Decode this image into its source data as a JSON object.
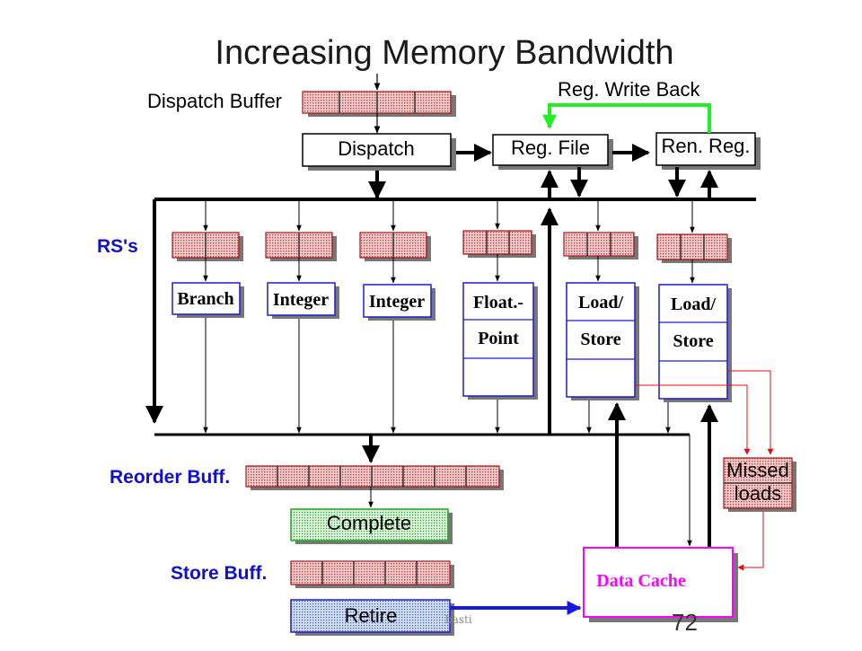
{
  "title": "Increasing Memory Bandwidth",
  "labels": {
    "dispatch_buffer": "Dispatch Buffer",
    "reg_write_back": "Reg. Write Back",
    "rs": "RS's",
    "reorder_buffer": "Reorder Buff.",
    "store_buffer": "Store Buff."
  },
  "blocks": {
    "dispatch": "Dispatch",
    "reg_file": "Reg. File",
    "ren_reg": "Ren. Reg.",
    "complete": "Complete",
    "retire": "Retire",
    "data_cache": "Data Cache",
    "missed_loads_1": "Missed",
    "missed_loads_2": "loads"
  },
  "units": {
    "branch": "Branch",
    "integer_1": "Integer",
    "integer_2": "Integer",
    "float_1": "Float.-",
    "float_2": "Point",
    "load_store_1a": "Load/",
    "load_store_1b": "Store",
    "load_store_2a": "Load/",
    "load_store_2b": "Store"
  },
  "footer": {
    "text": "basti",
    "page_number": "72"
  },
  "colors": {
    "buffer_fill": "#f2b8b8",
    "buffer_stroke": "#b01818",
    "unit_stroke": "#1c1cd0",
    "write_back": "#22ee22",
    "miss_path": "#e01010",
    "cache_border": "#ff00ff",
    "cache_text": "#ff00ff",
    "retire_arrow": "#1818e0",
    "label_blue": "#1010cc",
    "complete_fill": "#c8f0c8",
    "retire_fill": "#b8c8f0"
  }
}
